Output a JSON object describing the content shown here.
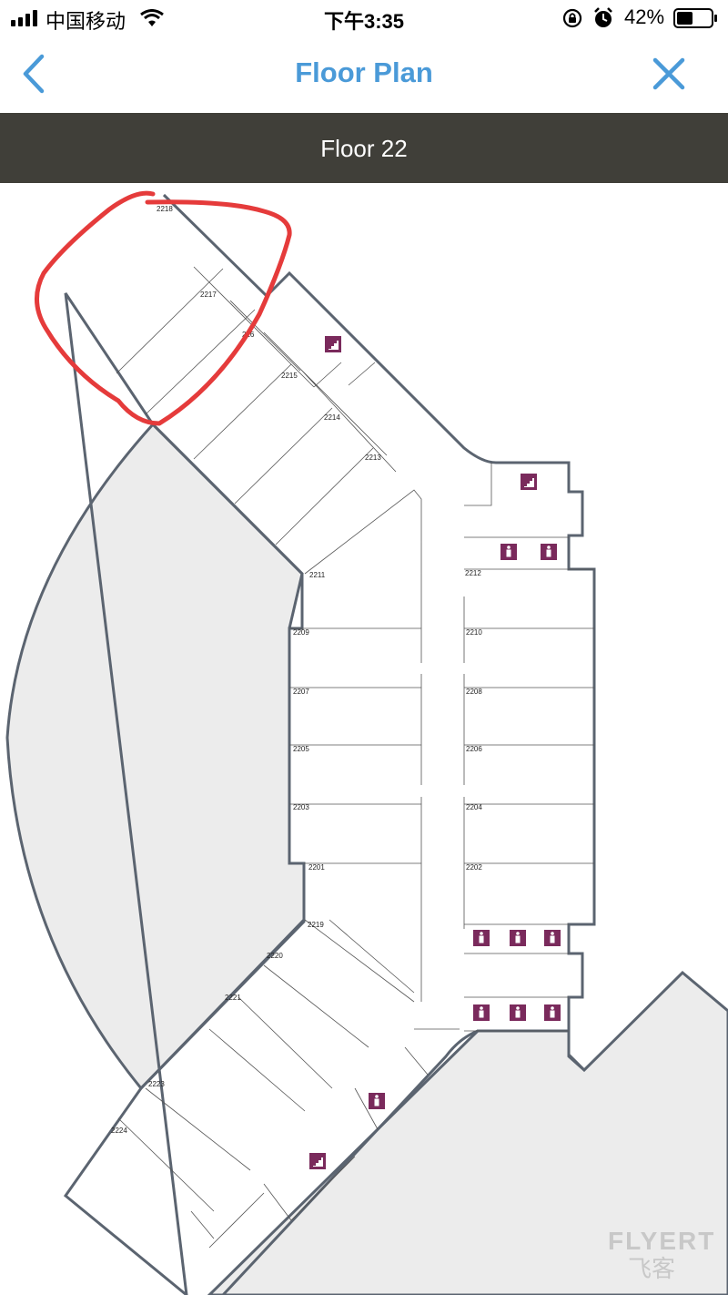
{
  "status_bar": {
    "carrier": "中国移动",
    "time": "下午3:35",
    "battery_percent": "42%",
    "icons": [
      "signal-icon",
      "wifi-icon",
      "orientation-lock-icon",
      "alarm-icon",
      "battery-icon"
    ]
  },
  "nav": {
    "title": "Floor Plan",
    "back_icon": "chevron-left-icon",
    "close_icon": "close-icon"
  },
  "floor_bar": {
    "label": "Floor 22"
  },
  "rooms": {
    "r2218": "2218",
    "r2217": "2217",
    "r2216": "216",
    "r2215": "2215",
    "r2214": "2214",
    "r2213": "2213",
    "r2212": "2212",
    "r2211": "2211",
    "r2210": "2210",
    "r2209": "2209",
    "r2208": "2208",
    "r2207": "2207",
    "r2206": "2206",
    "r2205": "2205",
    "r2204": "2204",
    "r2203": "2203",
    "r2202": "2202",
    "r2201": "2201",
    "r2219": "2219",
    "r2220": "2220",
    "r2221": "2221",
    "r2223": "2223",
    "r2224": "2224"
  },
  "watermark": {
    "brand": "FLYERT",
    "chinese": "飞客"
  },
  "colors": {
    "accent": "#4a9ad8",
    "floor_bar": "#403f39",
    "marker": "#7a2a5c",
    "wall": "#5b6470",
    "annotation": "#e53b3b",
    "exterior": "#ececec"
  }
}
